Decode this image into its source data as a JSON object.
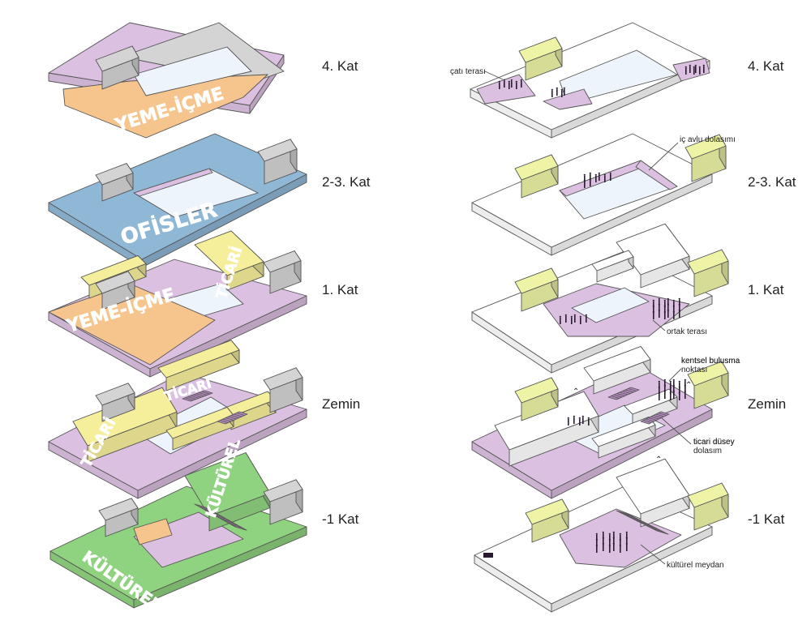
{
  "colors": {
    "yeme_icme": "#f6c58e",
    "ofisler": "#8fb8d6",
    "ticari": "#f5ee9a",
    "kulturel": "#8fd27f",
    "circulation": "#dcc0e2",
    "core": "#d4d4d4",
    "core_highlight": "#eef3a6",
    "courtyard": "#eef4fb",
    "people": "#2a1c30"
  },
  "left_column": {
    "floors": [
      {
        "label": "4. Kat",
        "zones": [
          "YEME-İÇME"
        ]
      },
      {
        "label": "2-3. Kat",
        "zones": [
          "OFİSLER"
        ]
      },
      {
        "label": "1. Kat",
        "zones": [
          "TİCARİ",
          "YEME-İÇME"
        ]
      },
      {
        "label": "Zemin",
        "zones": [
          "TİCARİ",
          "TİCARİ"
        ]
      },
      {
        "label": "-1 Kat",
        "zones": [
          "KÜLTÜREL",
          "KÜLTÜREL"
        ]
      }
    ]
  },
  "right_column": {
    "floors": [
      {
        "label": "4. Kat",
        "annotations": [
          "çatı terası"
        ]
      },
      {
        "label": "2-3. Kat",
        "annotations": [
          "iç avlu dolasımı"
        ]
      },
      {
        "label": "1. Kat",
        "annotations": [
          "ortak terası"
        ]
      },
      {
        "label": "Zemin",
        "annotations": [
          "kentsel bulusma\nnoktası",
          "ticari düsey\ndolasım"
        ]
      },
      {
        "label": "-1 Kat",
        "annotations": [
          "kültürel meydan"
        ]
      }
    ]
  }
}
